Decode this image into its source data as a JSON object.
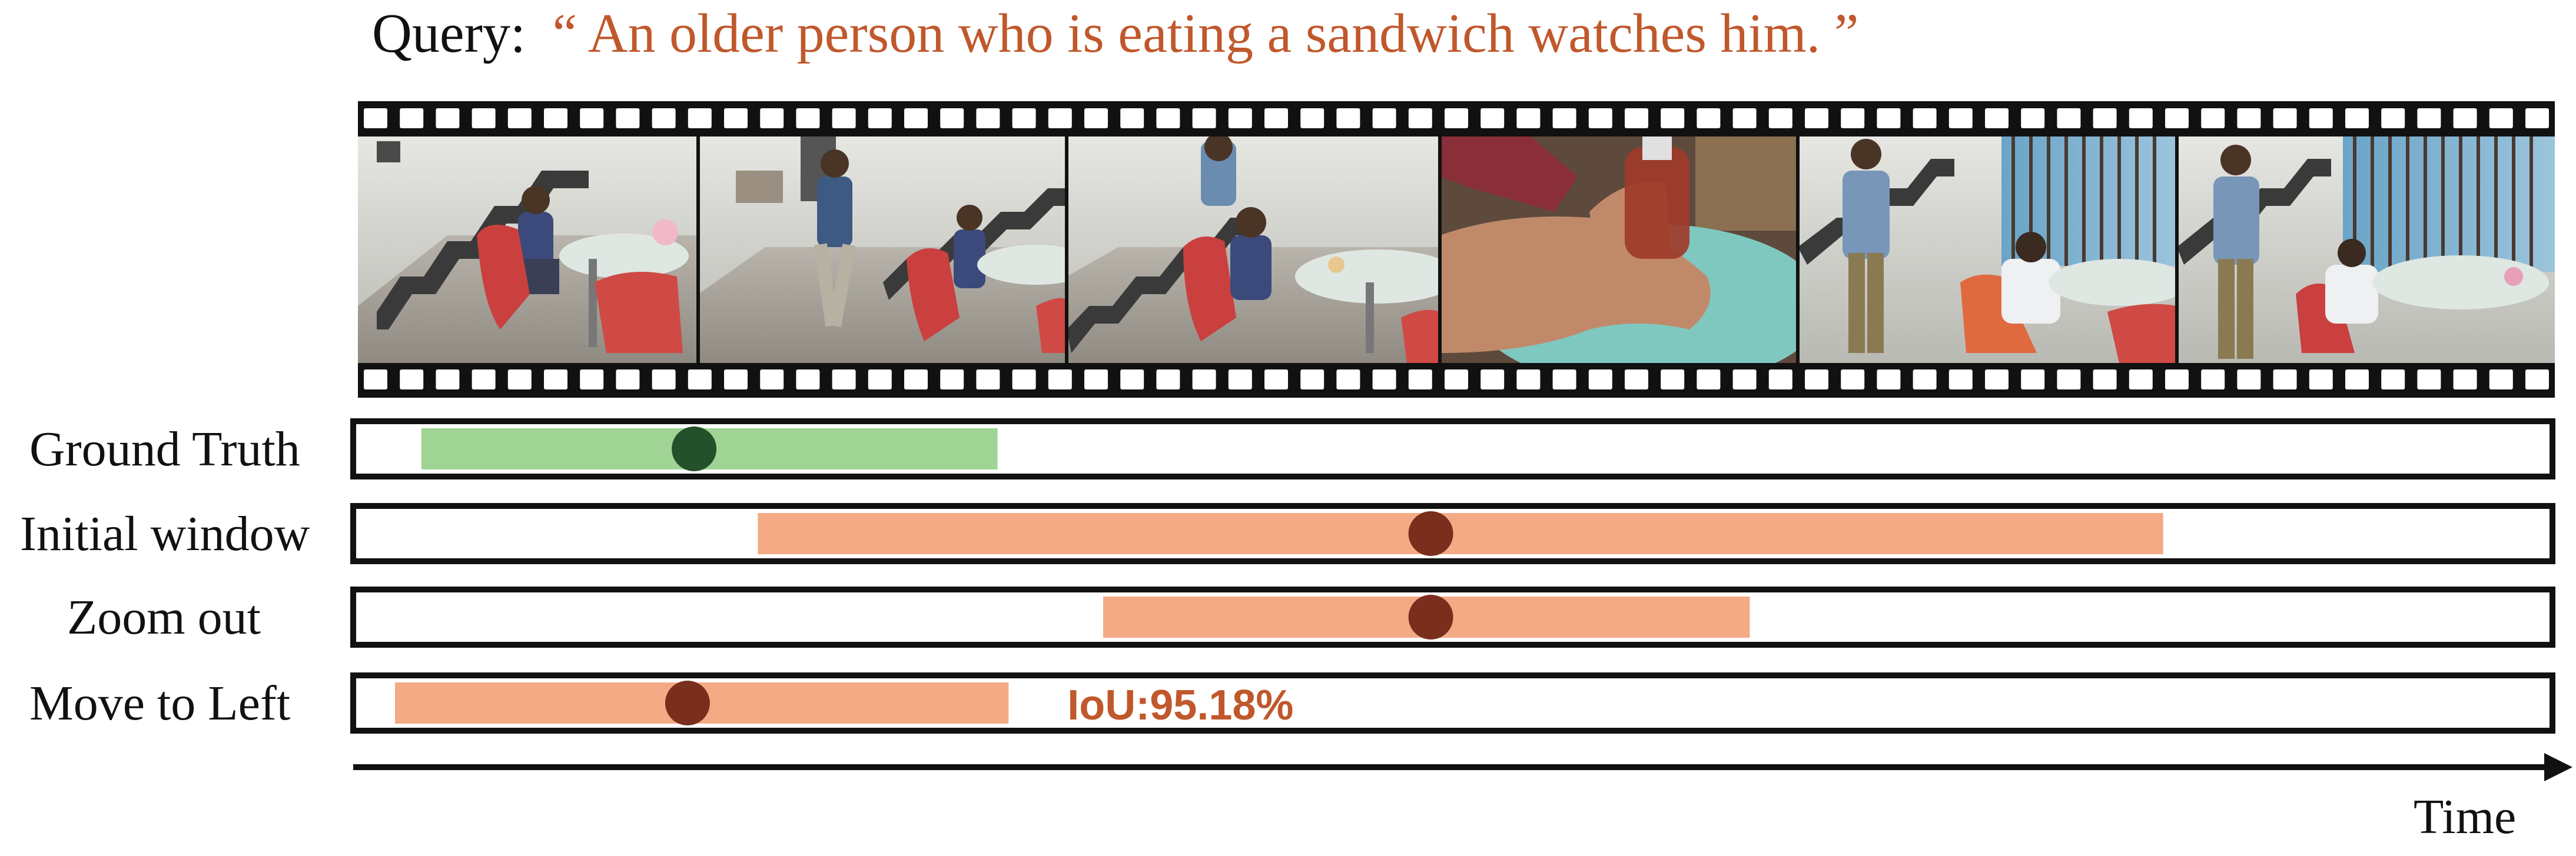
{
  "query": {
    "prefix": "Query:",
    "open_quote": "“",
    "text": "An older person who is eating a sandwich watches him.",
    "close_quote": " ”"
  },
  "frames": [
    {
      "scene": "boy sitting at round table, staircase and chair on left"
    },
    {
      "scene": "man walking near staircase, boy seated at table"
    },
    {
      "scene": "man standing by staircase, boy seated at table"
    },
    {
      "scene": "close-up of hand holding a bottle"
    },
    {
      "scene": "man standing near window, boy at table"
    },
    {
      "scene": "man standing and eating, boy at table"
    }
  ],
  "tracks": [
    {
      "label": "Ground Truth",
      "kind": "ground-truth",
      "start": 0.031,
      "end": 0.293,
      "marker": 0.155
    },
    {
      "label": "Initial window",
      "kind": "prediction",
      "start": 0.184,
      "end": 0.823,
      "marker": 0.49
    },
    {
      "label": "Zoom out",
      "kind": "prediction",
      "start": 0.341,
      "end": 0.635,
      "marker": 0.49
    },
    {
      "label": "Move to Left",
      "kind": "prediction",
      "start": 0.019,
      "end": 0.298,
      "marker": 0.152,
      "annotation": "IoU:95.18%"
    }
  ],
  "axis": {
    "label": "Time"
  },
  "colors": {
    "query_text": "#c0582c",
    "gt_fill": "#a0d495",
    "gt_marker": "#24502a",
    "pred_fill": "#f4aa84",
    "pred_marker": "#7a2e1c",
    "iou_text": "#c0582c",
    "frame_border": "#111111"
  }
}
